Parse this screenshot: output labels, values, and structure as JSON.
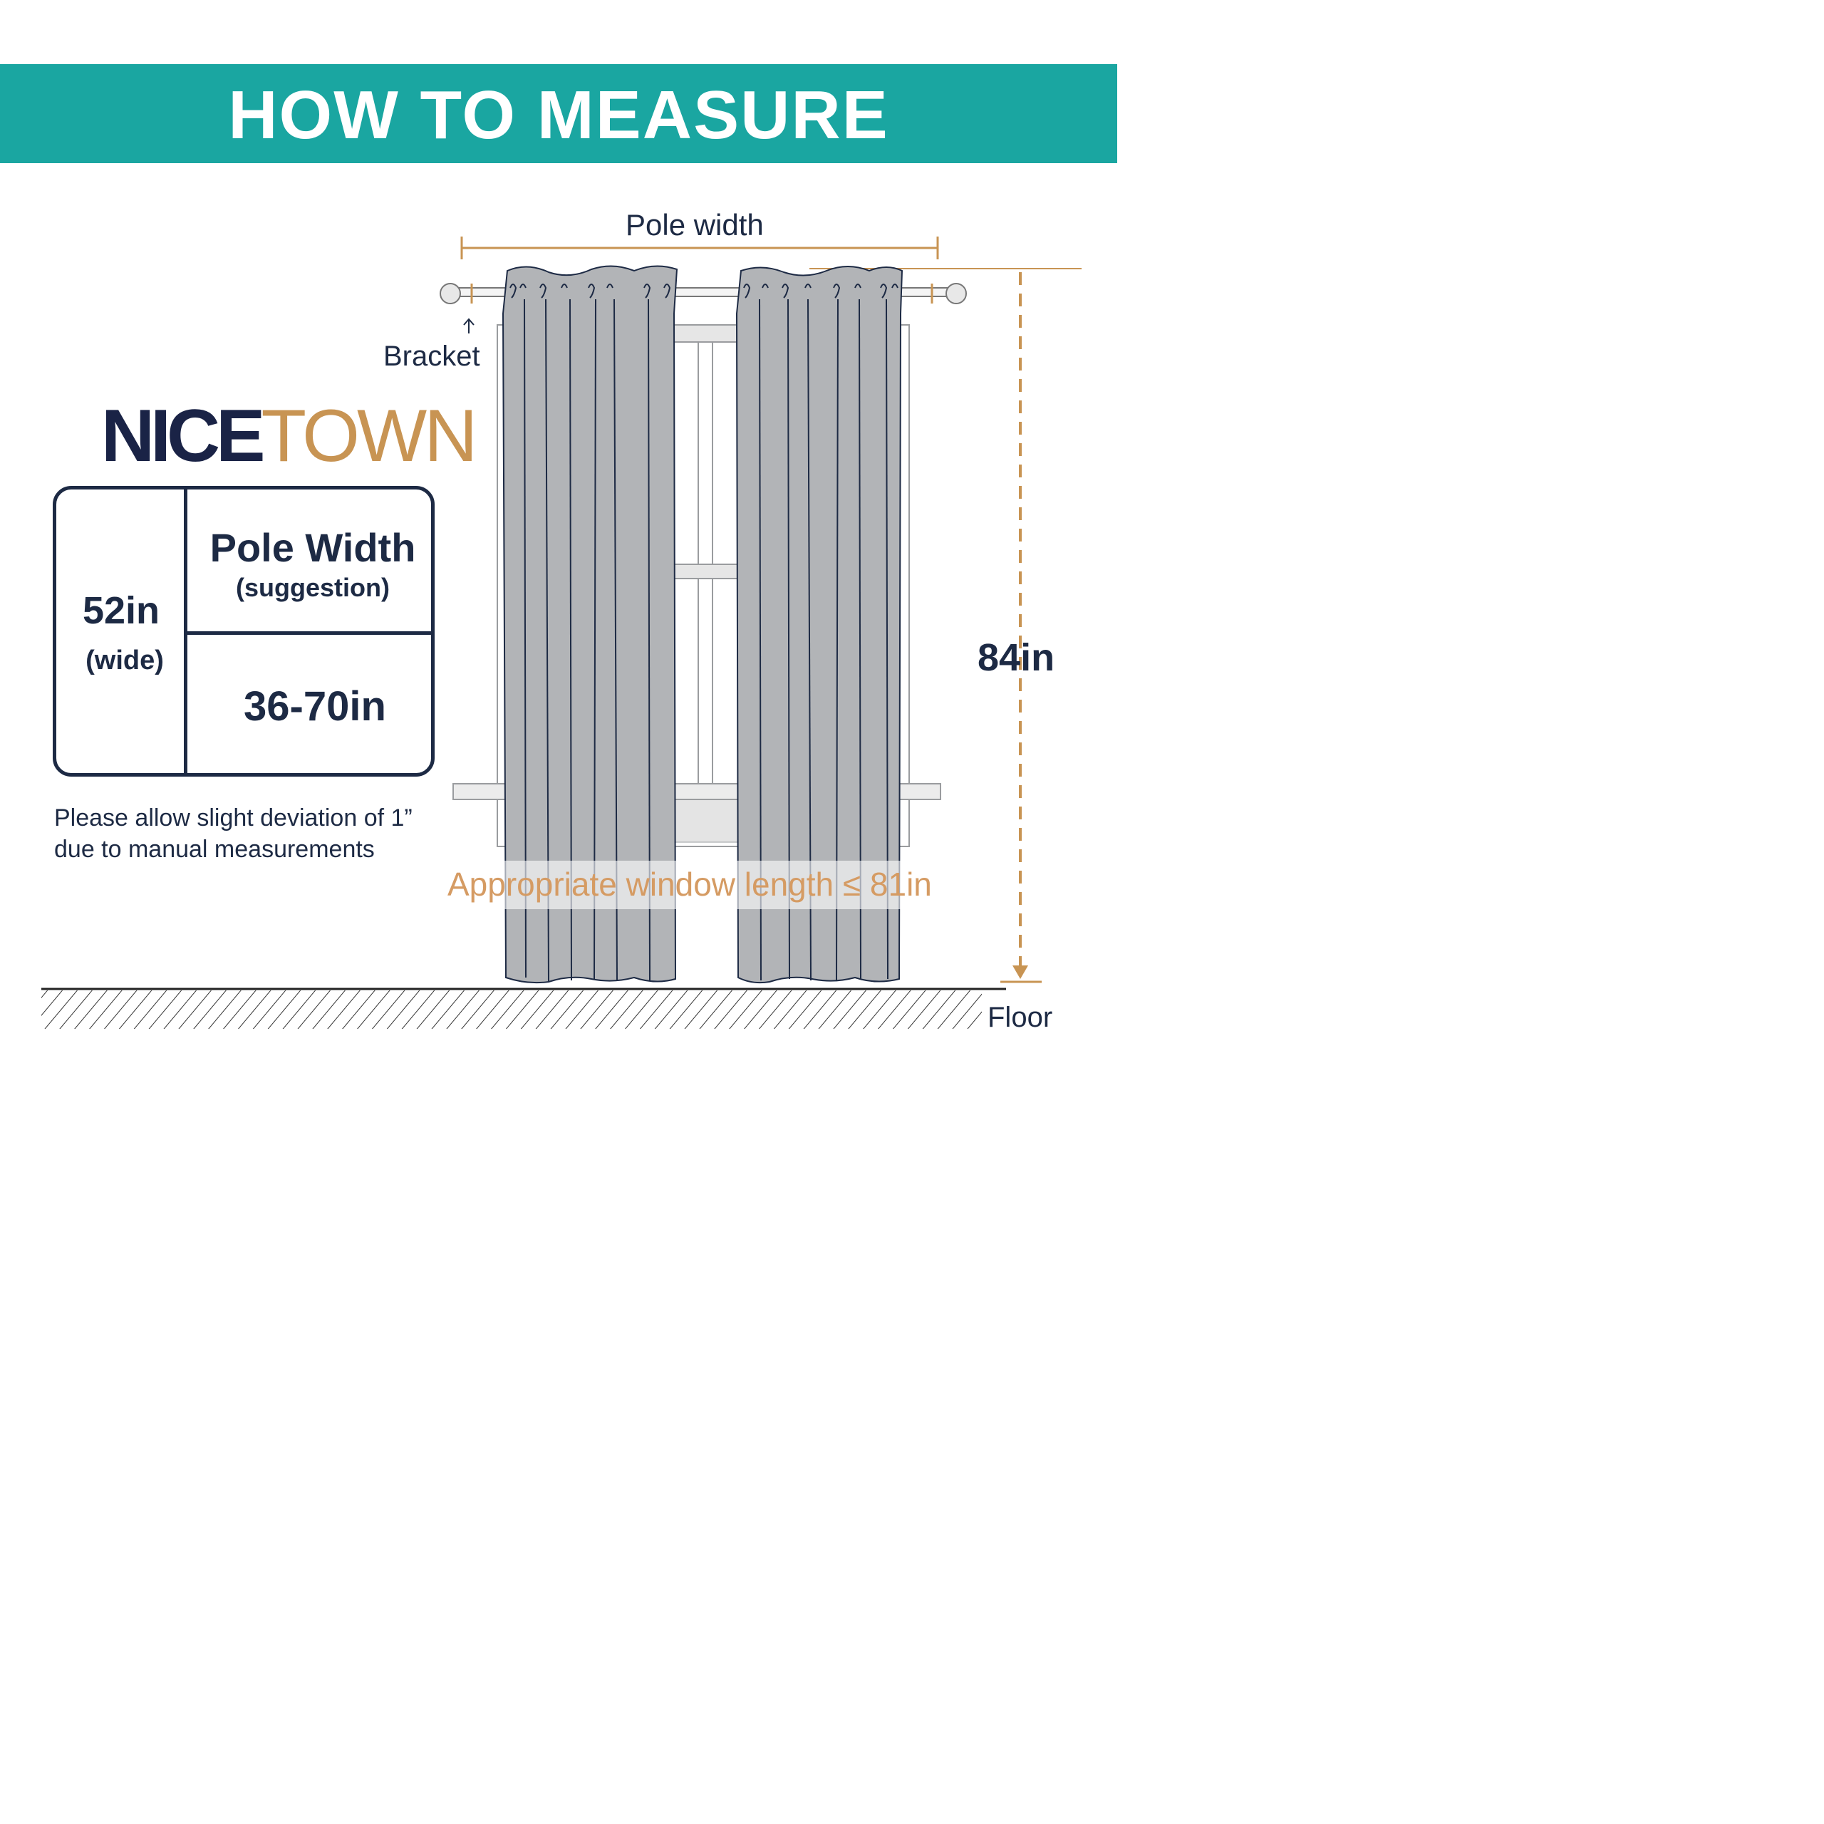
{
  "header": {
    "title": "HOW TO MEASURE"
  },
  "diagram": {
    "pole_width_label": "Pole width",
    "bracket_label": "Bracket",
    "height_label": "84in",
    "floor_label": "Floor",
    "window_length_label": "Appropriate window length ≤ 81in"
  },
  "logo": {
    "part1": "NICE",
    "part2": "TOWN"
  },
  "table": {
    "width_value": "52in",
    "width_note": "(wide)",
    "pole_width_heading": "Pole Width",
    "pole_width_note": "(suggestion)",
    "pole_width_value": "36-70in"
  },
  "note": {
    "line1": "Please allow slight deviation of 1”",
    "line2": "due to manual measurements"
  },
  "colors": {
    "banner": "#1aa6a1",
    "navy": "#1d2a44",
    "accent_tan": "#c89453",
    "curtain_gray": "#b2b4b7"
  }
}
